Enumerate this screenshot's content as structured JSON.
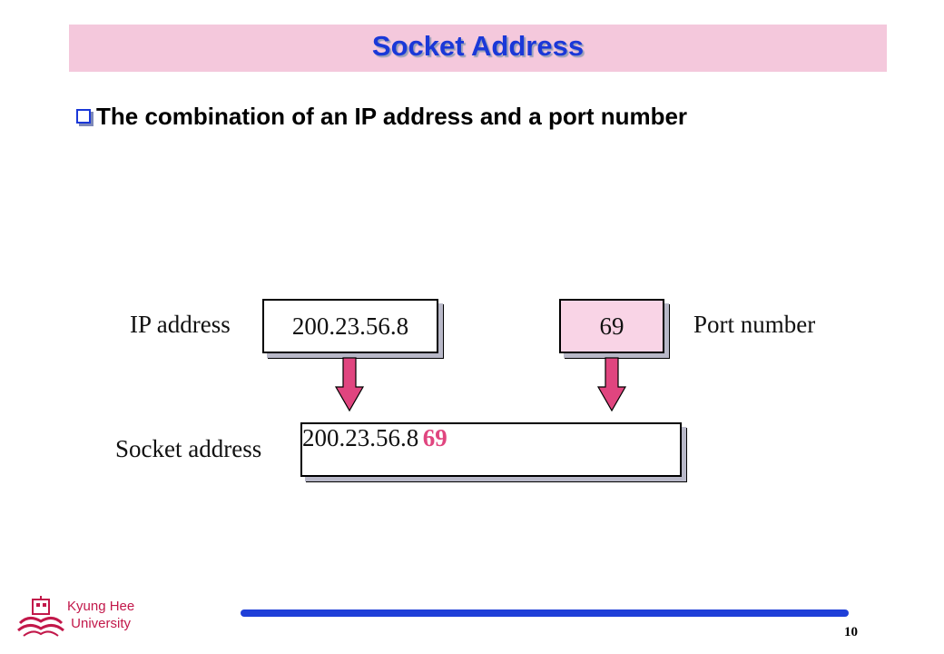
{
  "slide": {
    "title": "Socket Address",
    "bullet": "The combination of an IP address and a port number",
    "page_number": "10"
  },
  "diagram": {
    "ip_label": "IP address",
    "ip_value": "200.23.56.8",
    "port_label": "Port number",
    "port_value": "69",
    "socket_label": "Socket address",
    "socket_ip": "200.23.56.8",
    "socket_port": "69",
    "colors": {
      "port_box": "#f9d4e6",
      "arrow": "#e0457f",
      "port_text": "#e0457f"
    }
  },
  "footer": {
    "university_line1": "Kyung Hee",
    "university_line2": "University",
    "logo_icon": "kyung-hee-emblem-icon",
    "line_color": "#1f3fd8"
  }
}
